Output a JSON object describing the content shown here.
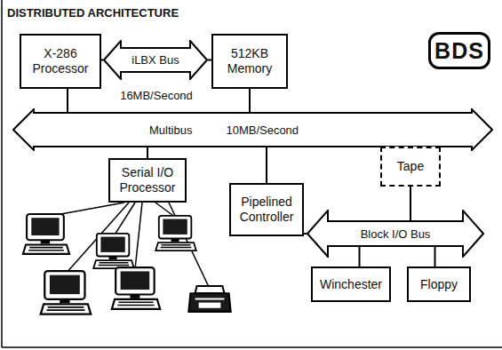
{
  "diagram": {
    "title": "DISTRIBUTED ARCHITECTURE",
    "nodes": [
      {
        "text": [
          "X-286 Processor"
        ]
      },
      {
        "text": [
          "iLBX Bus"
        ]
      },
      {
        "text": [
          "512KB Memory"
        ]
      },
      {
        "text": [
          "BDS"
        ]
      },
      {
        "text": [
          "Multibus",
          "10MB/Second"
        ]
      },
      {
        "text": [
          "Serial I/O Processor"
        ]
      },
      {
        "text": [
          "Tape"
        ]
      },
      {
        "text": [
          "Pipelined Controller"
        ]
      },
      {
        "text": [
          "Block I/O Bus"
        ]
      },
      {
        "text": [
          "Winchester"
        ]
      },
      {
        "text": [
          "Floppy"
        ]
      }
    ],
    "edges": [
      {
        "from": 0,
        "to": 1,
        "arrow": "none"
      },
      {
        "from": 1,
        "to": 2,
        "arrow": "none"
      },
      {
        "from": 0,
        "to": 4,
        "arrow": "none"
      },
      {
        "from": 2,
        "to": 4,
        "arrow": "none"
      },
      {
        "from": 4,
        "to": 5,
        "arrow": "none"
      },
      {
        "from": 4,
        "to": 7,
        "arrow": "none"
      },
      {
        "from": 7,
        "to": 8,
        "arrow": "none"
      },
      {
        "from": 6,
        "to": 8,
        "arrow": "none"
      },
      {
        "from": 8,
        "to": 9,
        "arrow": "none"
      },
      {
        "from": 8,
        "to": 10,
        "arrow": "none"
      }
    ],
    "labels": [
      "16MB/Second"
    ]
  }
}
